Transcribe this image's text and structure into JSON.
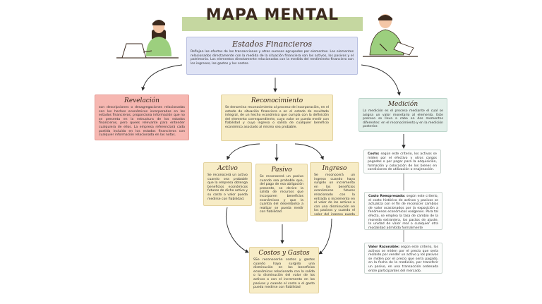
{
  "title": "MAPA MENTAL",
  "central": {
    "title": "Estados Financieros",
    "text": "Reflejan los efectos de las transacciones y otros sucesos agrupados por elementos. Los elementos relacionados directamente con la medida de la situación financiera son los activos, los pasivos y el patrimonio. Los elementos directamente relacionados con la medida del rendimiento financiero son los ingresos, los gastos y los costos."
  },
  "revelacion": {
    "title": "Revelación",
    "text": "son descripciones o desagregaciones relacionadas con los hechos económicos incorporados en los estados financieros; proporciona información que no se presenta en la estructura de los estados financieros, pero quees relevante para entender cualquiera de ellos. La empresa referenciará cada partida incluida en los estados financieros con cualquier información relacionada en las notas."
  },
  "reconocimiento": {
    "title": "Reconocimiento",
    "text": "Se denomina reconocimiento al proceso de incorporación, en el estado de situación financiera o en el estado de resultado integral, de un hecho económico que cumpla con la definición del elemento correspondiente, cuyo valor se pueda medir con fiabilidad y cuyo ingreso o salida de cualquier beneficio económico asociado al mismo sea probable."
  },
  "medicion": {
    "title": "Medición",
    "text": "La medición es el proceso mediante el cual se asigna un valor monetario al elemento. Este proceso se lleva a cabo en dos momentos diferentes: en el reconocimiento y en la medición posterior."
  },
  "activo": {
    "title": "Activo",
    "text": "Se reconocerá un activo cuando sea probable que la empresa obtenga beneficios económicos futuros de dicho activo y su costo o valor pueda medirse con fiabilidad."
  },
  "pasivo": {
    "title": "Pasivo",
    "text": "Se reconocerá un pasivo cuando sea probable que, del pago de esa obligación presente, se derive la salida de recursos que incorporen beneficios económicos y que la cuantía del desembolso a realizar se pueda medir con fiabilidad."
  },
  "ingreso": {
    "title": "Ingreso",
    "text": "Se reconocerá un ingreso cuando haya surgido un incremento en los beneficios económicos futuros relacionado con la entrada o incremento en el valor de los activos o con una disminución en los pasivos y cuando el valor del ingreso pueda medirse con fiabilidad."
  },
  "costos": {
    "title": "Costos y Gastos",
    "text": "SSe reconocerán costos y gastos cuando haya surgido una disminución en los beneficios económicos relacionada con la salida o la disminución del valor de los activos o con el incremento en los pasivos y cuando el costo o el gasto pueda medirse con fiabilidad"
  },
  "costo": {
    "label": "Costo:",
    "text": " según este criterio, los activos se miden por el efectivo y otros cargos pagados o por pagar para la adquisición, formación y colocación de los bienes en condiciones de utilización o enajenación."
  },
  "costo_reexpresado": {
    "label": "Costo Reexpresado:",
    "text": " según este criterio, el costo histórico de activos y pasivos se actualiza con el fin de reconocer cambios de valor ocasionados por la exposición a fenómenos económicos exógenos. Para tal efecto, se emplea la tasa de cambio de la moneda extranjera, los pactos de ajuste, la unidad de valor real o cualquier otra modalidad admitida formalmente"
  },
  "valor_razonable": {
    "label": "Valor Razonable:",
    "text": " según este criterio, los activos se miden por el precio que sería recibido por vender un activo y los pasivos se miden por el precio que sería pagado, en la fecha de la medición, por transferir un pasivo, en una transacción ordenada entre participantes del mercado."
  },
  "colors": {
    "title_bar": "#c5d7a0",
    "blue": "#dfe3f5",
    "red": "#f6b7b1",
    "cream": "#f7ecc6",
    "mint": "#e2efe9",
    "arrow": "#2b2b2b",
    "shirt": "#9ccf7e"
  }
}
